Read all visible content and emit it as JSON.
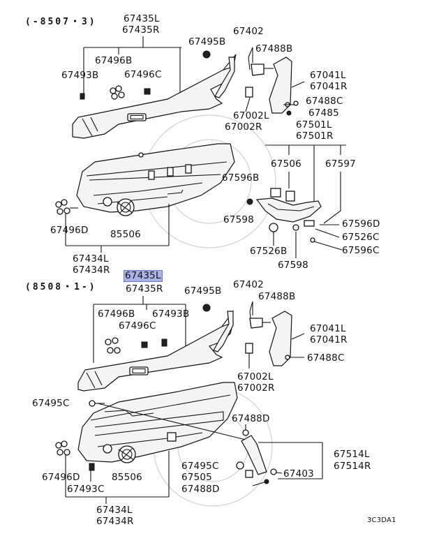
{
  "diagram_code": "3C3DA1",
  "sections": [
    {
      "period": "(-8507・3)",
      "labels": {
        "p67435l": "67435L",
        "p67435r": "67435R",
        "p67495b": "67495B",
        "p67402": "67402",
        "p67488b": "67488B",
        "p67496b": "67496B",
        "p67493b": "67493B",
        "p67496c": "67496C",
        "p67041l": "67041L",
        "p67041r": "67041R",
        "p67488c": "67488C",
        "p67485": "67485",
        "p67002l": "67002L",
        "p67002r": "67002R",
        "p67501l": "67501L",
        "p67501r": "67501R",
        "p67506": "67506",
        "p67597": "67597",
        "p67596b": "67596B",
        "p67598a": "67598",
        "p67596d": "67596D",
        "p67526c": "67526C",
        "p67596c": "67596C",
        "p67526b": "67526B",
        "p67598b": "67598",
        "p67496d": "67496D",
        "p85506": "85506",
        "p67434l": "67434L",
        "p67434r": "67434R"
      }
    },
    {
      "period": "(8508・1-)",
      "labels": {
        "p67435l": "67435L",
        "p67435r": "67435R",
        "p67495b": "67495B",
        "p67402": "67402",
        "p67488b": "67488B",
        "p67496b": "67496B",
        "p67493b": "67493B",
        "p67496c": "67496C",
        "p67041l": "67041L",
        "p67041r": "67041R",
        "p67488c": "67488C",
        "p67002l": "67002L",
        "p67002r": "67002R",
        "p67495c_a": "67495C",
        "p67488d_a": "67488D",
        "p67514l": "67514L",
        "p67514r": "67514R",
        "p67495c_b": "67495C",
        "p67505": "67505",
        "p67403": "67403",
        "p67488d_b": "67488D",
        "p67496d": "67496D",
        "p85506": "85506",
        "p67493c": "67493C",
        "p67434l": "67434L",
        "p67434r": "67434R"
      }
    }
  ]
}
